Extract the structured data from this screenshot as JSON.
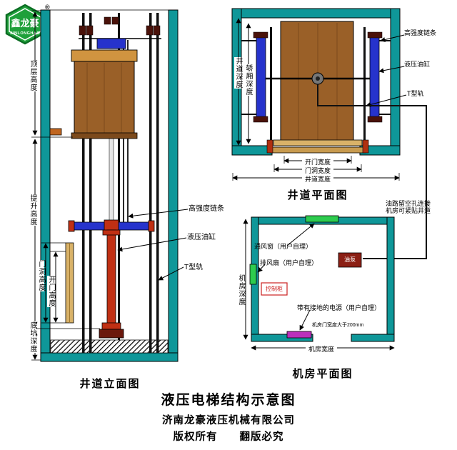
{
  "logo": {
    "brand": "鑫龙豪",
    "latin": "XINLONGHAO",
    "registered": "®",
    "green": "#1fa03a"
  },
  "footer": {
    "title": "液压电梯结构示意图",
    "company": "济南龙豪液压机械有限公司",
    "copyright": "版权所有　　翻版必究"
  },
  "elevation": {
    "caption": "井道立面图",
    "dim_top_height": "顶层高度",
    "dim_lift_height": "提升高度",
    "dim_door_opening_height": "门洞高度",
    "dim_door_open_height": "开门高度",
    "dim_pit_depth": "底坑深度",
    "ann_chain": "高强度链条",
    "ann_cylinder": "液压油缸",
    "ann_rail": "T型轨"
  },
  "shaft_plan": {
    "caption": "井道平面图",
    "dim_shaft_depth": "井道深度",
    "dim_car_depth": "轿厢深度",
    "dim_door_open_width": "开门宽度",
    "dim_door_opening_width": "门洞宽度",
    "dim_shaft_width": "井道宽度",
    "ann_chain": "高强度链条",
    "ann_cylinder": "液压油缸",
    "ann_rail": "T型轨"
  },
  "machine_room": {
    "caption": "机房平面图",
    "note_line1": "油路留空孔连接",
    "note_line2": "机房可紧贴井道",
    "vent_window": "通风窗（用户自理）",
    "exhaust_fan": "排风扇（用户自理）",
    "control_cabinet": "控制柜",
    "pump": "油泵",
    "power": "带有接地的电源（用户自理）",
    "door_note": "机房门宽度大于200mm",
    "dim_depth": "机房深度",
    "dim_width": "机房宽度"
  },
  "colors": {
    "wall_teal": "#0f9799",
    "car_brown": "#9a6028",
    "rail_blue": "#2633cc",
    "cylinder_red": "#c03014",
    "vent_green": "#2ecc4e",
    "power_magenta": "#bb30bb",
    "logo_green": "#1fa03a"
  }
}
